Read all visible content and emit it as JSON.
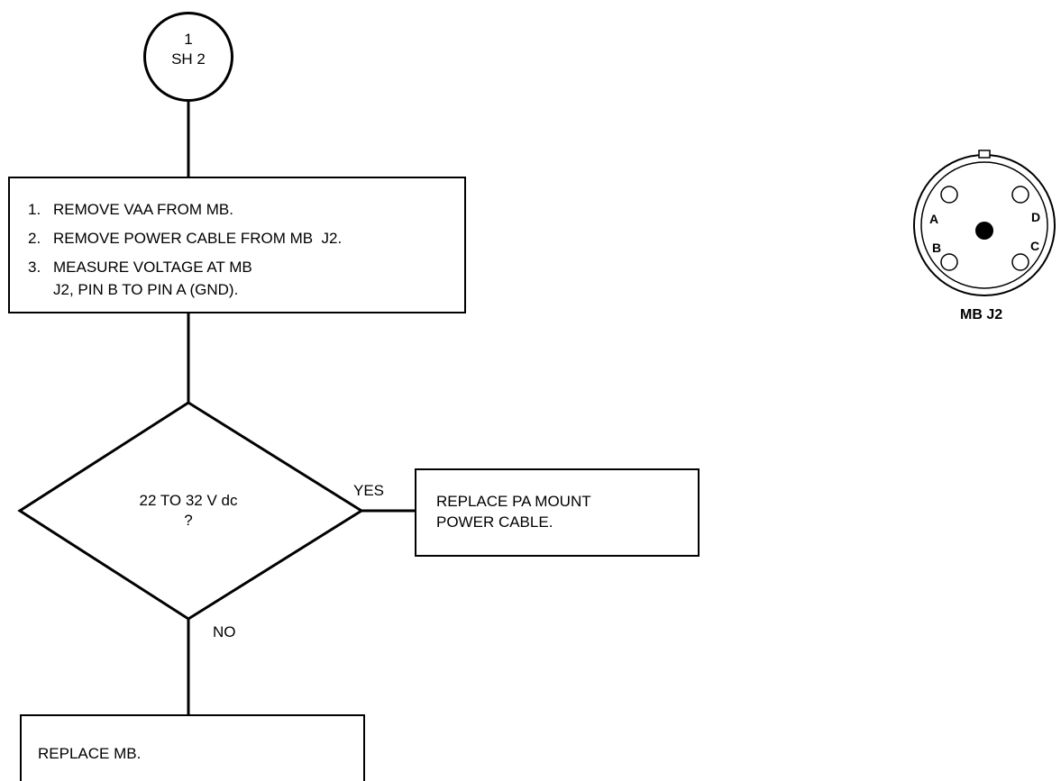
{
  "start_connector": {
    "line1": "1",
    "line2": "SH 2"
  },
  "procedure_box": {
    "steps": [
      {
        "num": "1.",
        "text": "REMOVE VAA FROM MB."
      },
      {
        "num": "2.",
        "text": "REMOVE POWER CABLE FROM MB  J2."
      },
      {
        "num": "3.",
        "text": "MEASURE VOLTAGE AT MB"
      }
    ],
    "step3_continuation": "J2, PIN B TO PIN A (GND)."
  },
  "decision": {
    "line1": "22 TO 32 V dc",
    "line2": "?"
  },
  "branches": {
    "yes": "YES",
    "no": "NO"
  },
  "yes_action": {
    "line1": "REPLACE PA MOUNT",
    "line2": "POWER CABLE."
  },
  "no_action": {
    "text": "REPLACE MB."
  },
  "connector_diagram": {
    "caption": "MB J2",
    "pins": {
      "a": "A",
      "b": "B",
      "c": "C",
      "d": "D"
    }
  }
}
